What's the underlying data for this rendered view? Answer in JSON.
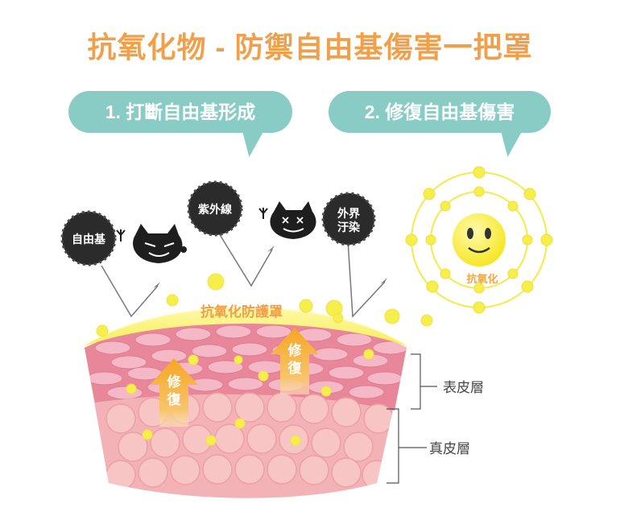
{
  "title": "抗氧化物 - 防禦自由基傷害一把罩",
  "steps": [
    {
      "label": "1. 打斷自由基形成"
    },
    {
      "label": "2. 修復自由基傷害"
    }
  ],
  "threats": [
    "自由基",
    "紫外線",
    "外界\n汙染"
  ],
  "shield_label": "抗氧化防護罩",
  "repair_label": "修\n復",
  "antioxidant_label": "抗氧化",
  "layers": {
    "epidermis": "表皮層",
    "dermis": "真皮層"
  },
  "colors": {
    "title": "#f0a04b",
    "bubble": "#89ccc6",
    "orange": "#f5a623",
    "yellow": "#f7ef3f"
  }
}
